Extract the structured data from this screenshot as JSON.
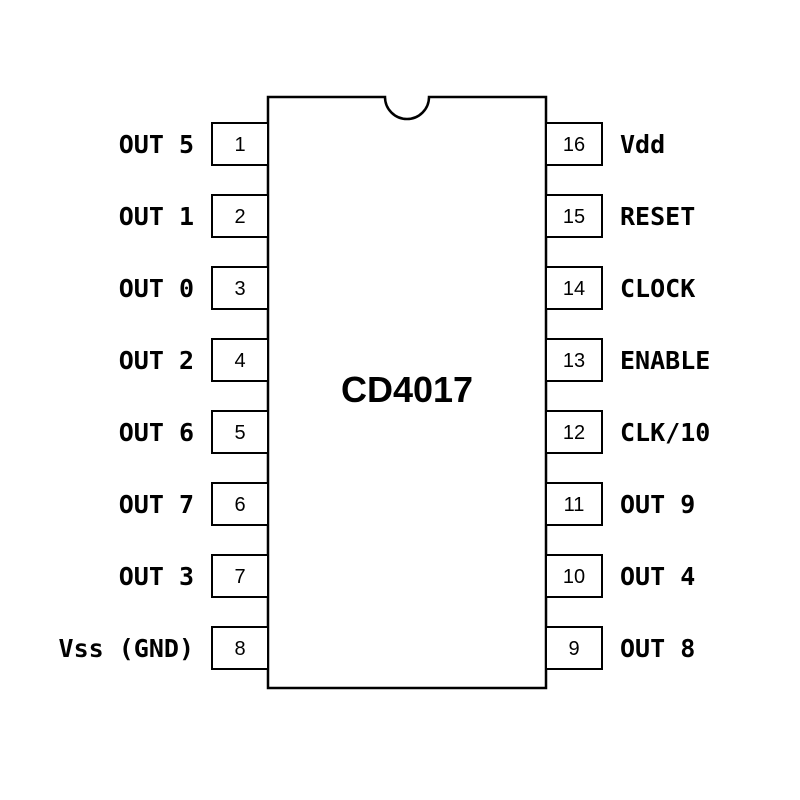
{
  "chip": {
    "part_number": "CD4017"
  },
  "pins_left": [
    {
      "number": "1",
      "label": "OUT 5"
    },
    {
      "number": "2",
      "label": "OUT 1"
    },
    {
      "number": "3",
      "label": "OUT 0"
    },
    {
      "number": "4",
      "label": "OUT 2"
    },
    {
      "number": "5",
      "label": "OUT 6"
    },
    {
      "number": "6",
      "label": "OUT 7"
    },
    {
      "number": "7",
      "label": "OUT 3"
    },
    {
      "number": "8",
      "label": "Vss (GND)"
    }
  ],
  "pins_right": [
    {
      "number": "16",
      "label": "Vdd"
    },
    {
      "number": "15",
      "label": "RESET"
    },
    {
      "number": "14",
      "label": "CLOCK"
    },
    {
      "number": "13",
      "label": "ENABLE"
    },
    {
      "number": "12",
      "label": "CLK/10"
    },
    {
      "number": "11",
      "label": "OUT 9"
    },
    {
      "number": "10",
      "label": "OUT 4"
    },
    {
      "number": "9",
      "label": "OUT 8"
    }
  ]
}
